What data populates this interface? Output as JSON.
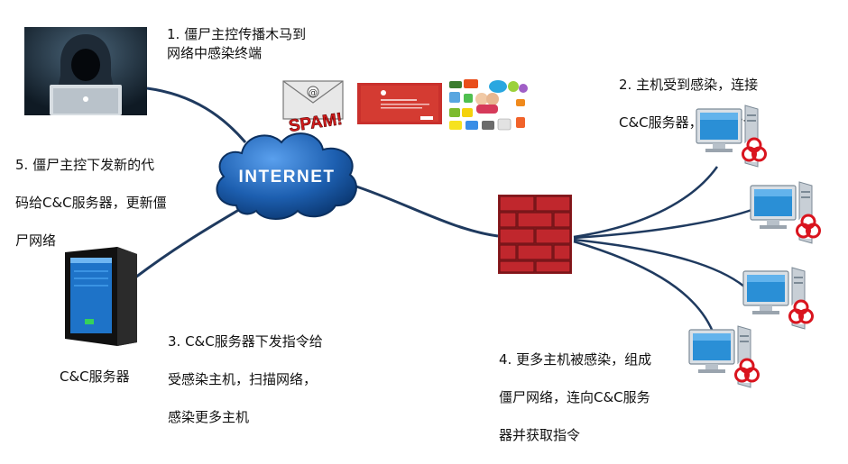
{
  "steps": {
    "step1": "1. 僵尸主控传播木马到\n网络中感染终端",
    "step2_line1": "2. 主机受到感染，连接",
    "step2_line2": "C&C服务器，获取指令",
    "step3_line1": "3. C&C服务器下发指令给",
    "step3_line2": "受感染主机，扫描网络，",
    "step3_line3": "感染更多主机",
    "step4_line1": "4. 更多主机被感染，组成",
    "step4_line2": "僵尸网络，连向C&C服务",
    "step4_line3": "器并获取指令",
    "step5_line1": "5. 僵尸主控下发新的代",
    "step5_line2": "码给C&C服务器，更新僵",
    "step5_line3": "尸网络"
  },
  "labels": {
    "internet": "INTERNET",
    "spam": "SPAM!",
    "cc_server": "C&C服务器"
  },
  "colors": {
    "line": "#1f3a5f",
    "cloud": "#1d5fb0",
    "firewall": "#c0272d",
    "monitor": "#2a8fd6",
    "biohazard": "#d9141e"
  }
}
